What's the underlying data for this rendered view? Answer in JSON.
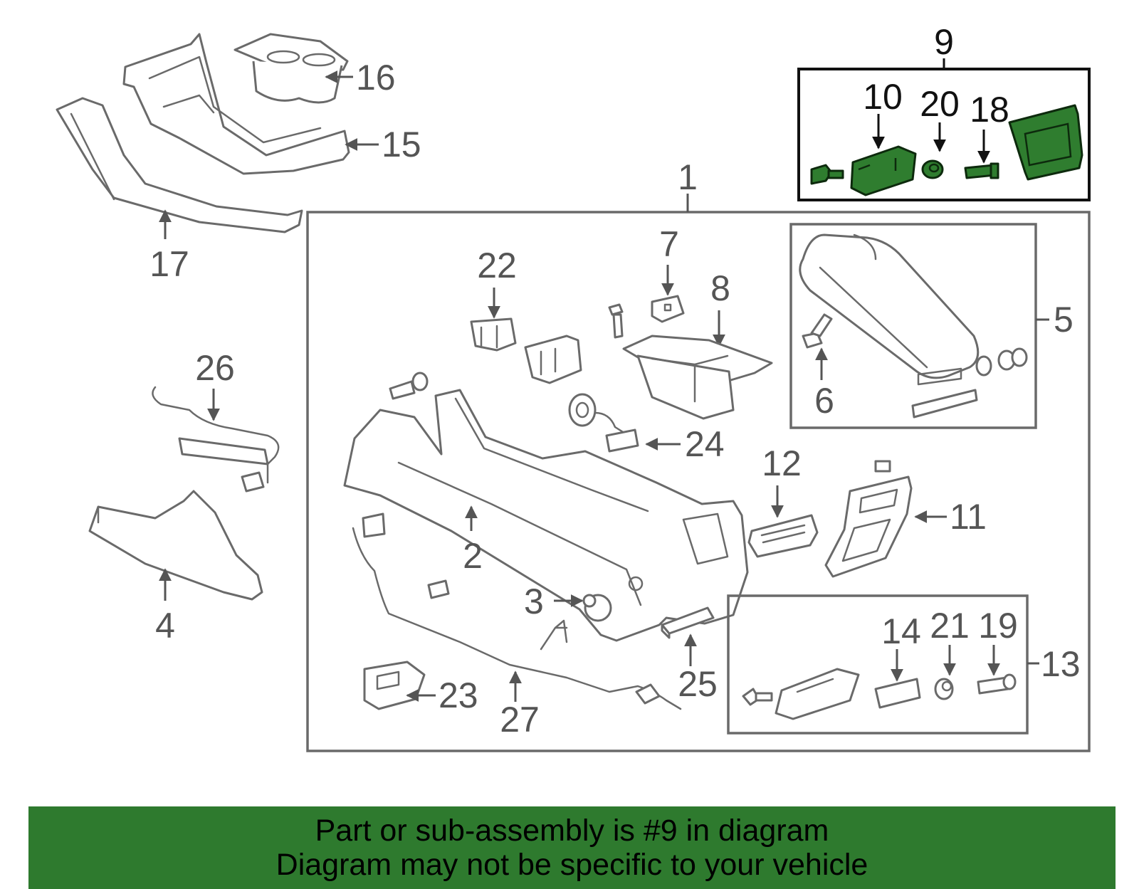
{
  "banner": {
    "line1": "Part or sub-assembly is #9 in diagram",
    "line2": "Diagram may not be specific to your vehicle",
    "color": "#2e7a2e"
  },
  "highlight_color": "#2f7d2f",
  "callouts": {
    "c1": "1",
    "c2": "2",
    "c3": "3",
    "c4": "4",
    "c5": "5",
    "c6": "6",
    "c7": "7",
    "c8": "8",
    "c9": "9",
    "c10": "10",
    "c11": "11",
    "c12": "12",
    "c13": "13",
    "c14": "14",
    "c15": "15",
    "c16": "16",
    "c17": "17",
    "c18": "18",
    "c19": "19",
    "c20": "20",
    "c21": "21",
    "c22": "22",
    "c23": "23",
    "c24": "24",
    "c25": "25",
    "c26": "26",
    "c27": "27"
  }
}
